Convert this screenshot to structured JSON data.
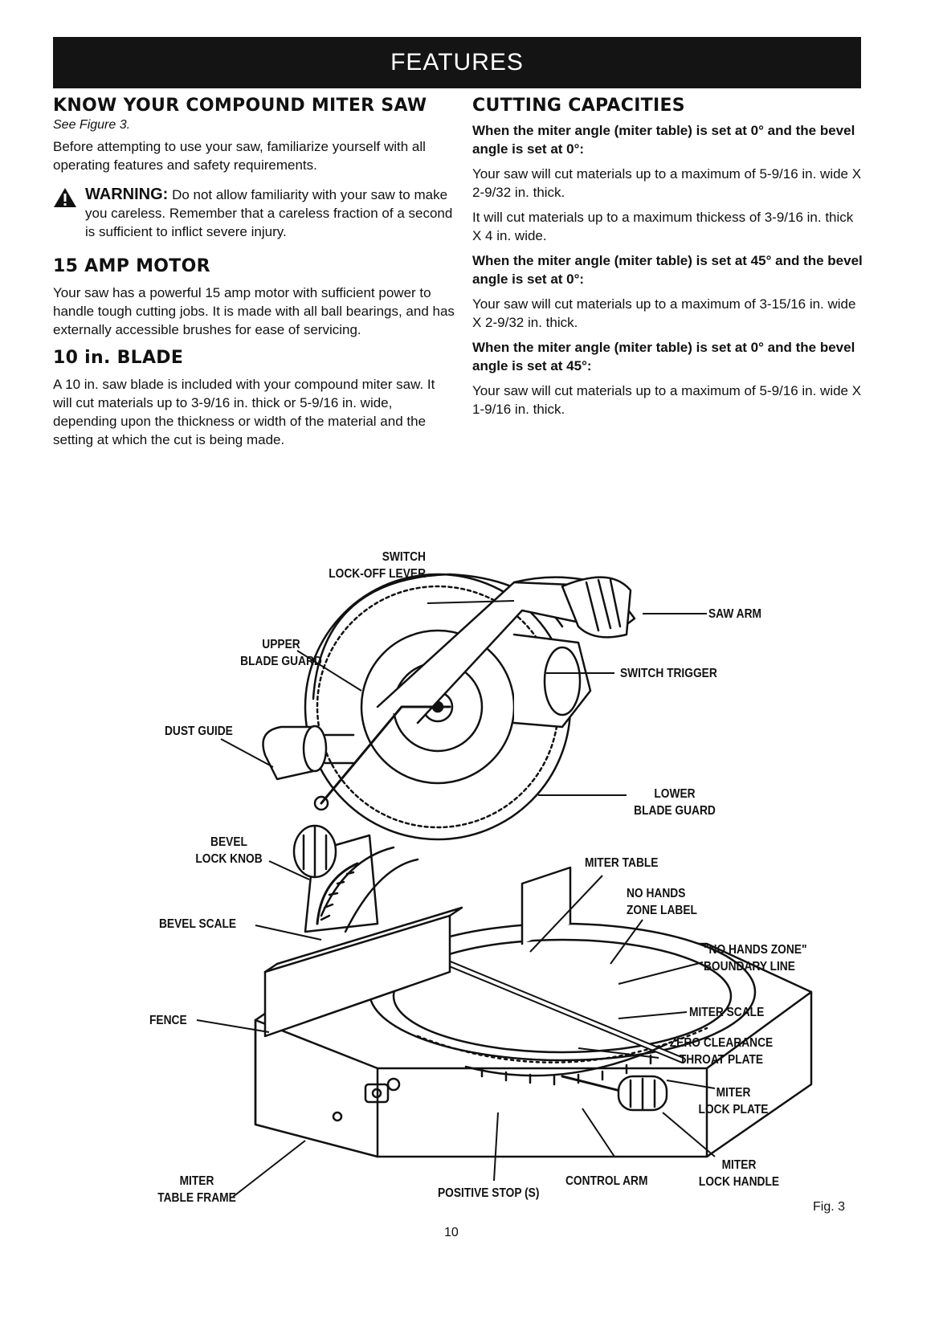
{
  "banner": {
    "title": "FEATURES"
  },
  "left": {
    "heading1": "KNOW YOUR COMPOUND MITER SAW",
    "see_figure": "See Figure 3.",
    "intro": "Before attempting to use your saw, familiarize yourself with all operating features and safety requirements.",
    "warning_label": "WARNING:",
    "warning_text": "Do not allow familiarity with your saw to make you careless. Remember that a careless fraction of a second is sufficient to inflict severe injury.",
    "heading2": "15 AMP MOTOR",
    "motor_text": "Your saw has a powerful 15 amp motor with sufficient power to handle tough cutting jobs. It is made with all ball bearings, and has externally accessible brushes for ease of servicing.",
    "heading3": "10 in. BLADE",
    "blade_text": "A 10 in. saw blade is included with your compound miter saw. It will cut materials up to 3-9/16 in. thick or 5-9/16 in. wide, depending upon the thickness or width of the material and the setting at which the cut is being made."
  },
  "right": {
    "heading": "CUTTING CAPACITIES",
    "cond1": "When the miter angle (miter table) is set at 0° and the bevel angle is set at 0°:",
    "cap1a": "Your saw will cut materials up to a maximum of 5-9/16 in. wide X 2-9/32 in. thick.",
    "cap1b": "It will cut materials up to a maximum thickess of 3-9/16 in. thick X 4 in. wide.",
    "cond2": "When the miter angle (miter table) is set at 45° and the bevel angle is set at 0°:",
    "cap2": "Your saw will cut materials up to a maximum of 3-15/16 in. wide X 2-9/32 in. thick.",
    "cond3": "When the miter angle (miter table) is set at 0° and the bevel angle is set at 45°:",
    "cap3": "Your saw will cut materials up to a maximum of 5-9/16 in. wide X 1-9/16 in. thick."
  },
  "figure": {
    "labels": {
      "switch_lock": "SWITCH\nLOCK-OFF LEVER",
      "saw_arm": "SAW ARM",
      "upper_guard": "UPPER\nBLADE GUARD",
      "switch_trigger": "SWITCH TRIGGER",
      "dust_guide": "DUST GUIDE",
      "lower_guard": "LOWER\nBLADE GUARD",
      "bevel_knob": "BEVEL\nLOCK KNOB",
      "miter_table": "MITER TABLE",
      "no_hands_label": "NO HANDS\nZONE LABEL",
      "bevel_scale": "BEVEL SCALE",
      "boundary": "\"NO HANDS ZONE\"\nBOUNDARY LINE",
      "fence": "FENCE",
      "miter_scale": "MITER SCALE",
      "zero_clearance": "ZERO CLEARANCE\nTHROAT PLATE",
      "miter_lock_plate": "MITER\nLOCK PLATE",
      "miter_table_frame": "MITER\nTABLE FRAME",
      "positive_stop": "POSITIVE STOP (S)",
      "control_arm": "CONTROL ARM",
      "miter_lock_handle": "MITER\nLOCK HANDLE"
    },
    "caption": "Fig. 3"
  },
  "page_number": "10"
}
